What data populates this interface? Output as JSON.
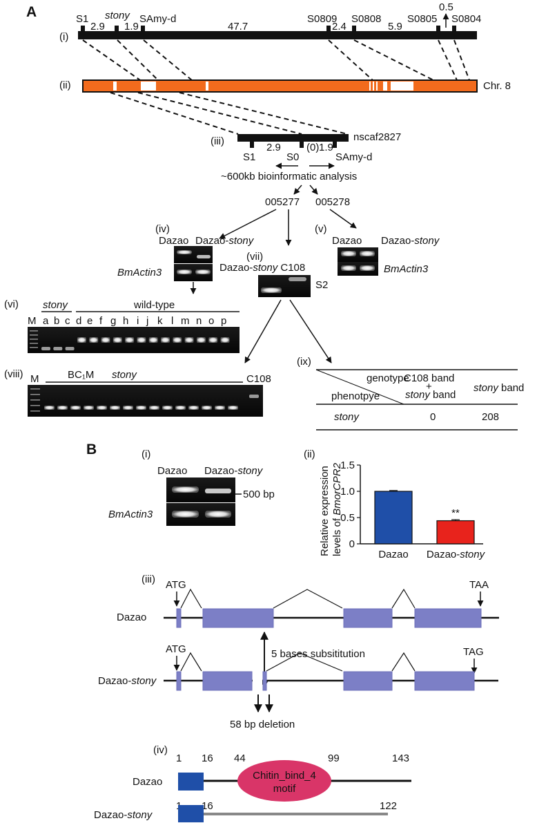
{
  "panel_a": {
    "letter": "A",
    "row_i": {
      "roman": "(i)",
      "markers": [
        "S1",
        "stony",
        "SAmy-d",
        "S0809",
        "S0808",
        "S0805",
        "S0804"
      ],
      "distances": [
        "2.9",
        "1.9",
        "47.7",
        "2.4",
        "5.9",
        "0.5"
      ]
    },
    "row_ii": {
      "roman": "(ii)",
      "chromosome": "Chr. 8"
    },
    "row_iii": {
      "roman": "(iii)",
      "scaffold": "nscaf2827",
      "markers": [
        "S1",
        "S0",
        "SAmy-d"
      ],
      "distances": [
        "2.9",
        "(0)",
        "1.9"
      ],
      "analysis": "~600kb bioinformatic analysis",
      "genes": [
        "005277",
        "005278"
      ]
    },
    "row_iv": {
      "roman": "(iv)",
      "lanes": [
        "Dazao",
        "Dazao-stony"
      ],
      "control": "BmActin3"
    },
    "row_v": {
      "roman": "(v)",
      "lanes": [
        "Dazao",
        "Dazao-stony"
      ],
      "control": "BmActin3"
    },
    "row_vi": {
      "roman": "(vi)",
      "marker": "M",
      "group_stony": "stony",
      "group_wt": "wild-type",
      "lanes": [
        "a",
        "b",
        "c",
        "d",
        "e",
        "f",
        "g",
        "h",
        "i",
        "j",
        "k",
        "l",
        "m",
        "n",
        "o",
        "p"
      ]
    },
    "row_vii": {
      "roman": "(vii)",
      "title": "Dazao-stony C108",
      "band": "S2"
    },
    "row_viii": {
      "roman": "(viii)",
      "marker": "M",
      "population": "BC₁M",
      "group": "stony",
      "control": "C108"
    },
    "row_ix": {
      "roman": "(ix)",
      "corner_top": "genotype",
      "corner_bottom": "phenotpye",
      "col1_a": "C108 band",
      "col1_b": "+",
      "col1_c": "stony band",
      "col2": "stony band",
      "row_label": "stony",
      "val1": "0",
      "val2": "208"
    }
  },
  "panel_b": {
    "letter": "B",
    "row_i": {
      "roman": "(i)",
      "lanes": [
        "Dazao",
        "Dazao-stony"
      ],
      "size": "500 bp",
      "control": "BmActin3"
    },
    "row_ii": {
      "roman": "(ii)",
      "ylabel_line1": "Relative expression",
      "ylabel_line2": "levels of BmorCPR2",
      "significance": "**"
    },
    "row_iii": {
      "roman": "(iii)",
      "wt": "Dazao",
      "mut": "Dazao-stony",
      "start": "ATG",
      "stop_wt": "TAA",
      "stop_mut": "TAG",
      "subst": "5 bases subsititution",
      "deletion": "58 bp deletion"
    },
    "row_iv": {
      "roman": "(iv)",
      "wt": "Dazao",
      "mut": "Dazao-stony",
      "motif_line1": "Chitin_bind_4",
      "motif_line2": "motif",
      "positions_wt": [
        "1",
        "16",
        "44",
        "99",
        "143"
      ],
      "positions_mut": [
        "1",
        "16",
        "122"
      ]
    }
  },
  "chart_data": {
    "type": "bar",
    "categories": [
      "Dazao",
      "Dazao-stony"
    ],
    "values": [
      1.0,
      0.44
    ],
    "errors": [
      0.015,
      0.02
    ],
    "colors": [
      "#1f4fa8",
      "#e8231c"
    ],
    "ylim": [
      0,
      1.5
    ],
    "yticks": [
      "0",
      "0.5",
      "1.0",
      "1.5"
    ],
    "annotation": "**",
    "ylabel": "Relative expression levels of BmorCPR2"
  }
}
